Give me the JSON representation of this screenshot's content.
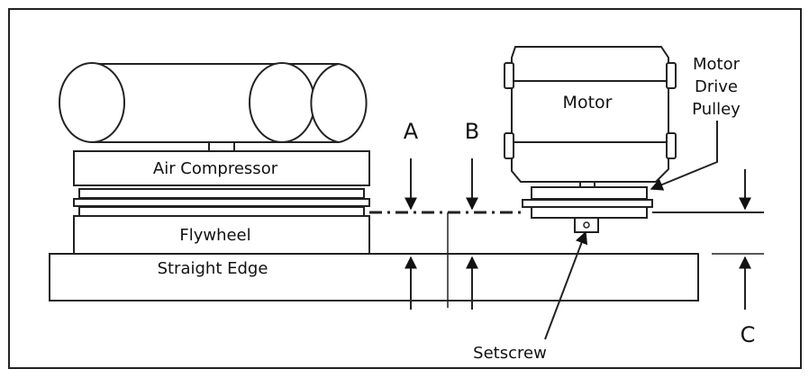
{
  "labels": {
    "air_compressor": "Air Compressor",
    "flywheel": "Flywheel",
    "straight_edge": "Straight Edge",
    "motor": "Motor",
    "motor_drive_pulley_line1": "Motor",
    "motor_drive_pulley_line2": "Drive",
    "motor_drive_pulley_line3": "Pulley",
    "setscrew": "Setscrew",
    "dim_a": "A",
    "dim_b": "B",
    "dim_c": "C"
  }
}
